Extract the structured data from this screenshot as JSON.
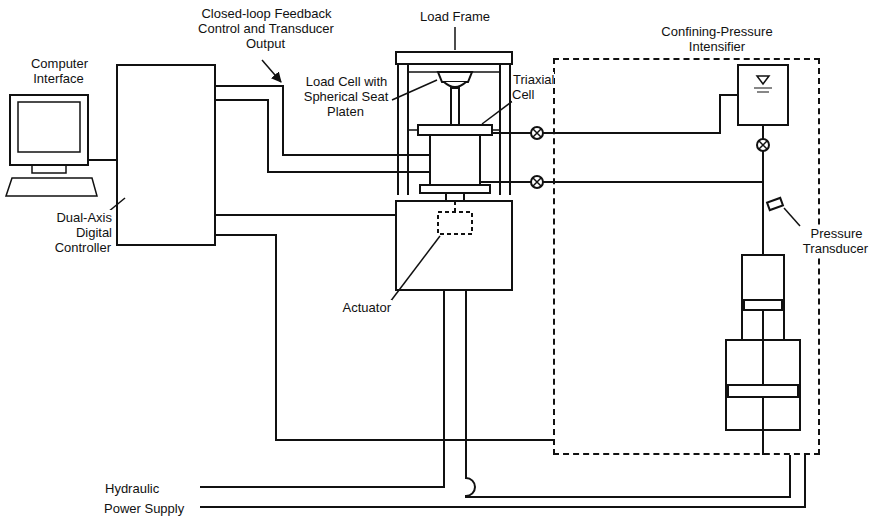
{
  "diagram": {
    "nodes": [
      {
        "text": [
          "Confining-Pressure Intensifier"
        ]
      }
    ],
    "labels": [
      "Computer Interface",
      "Closed-loop Feedback Control and Transducer Output",
      "Load Frame",
      "Load Cell with Spherical Seat Platen",
      "Triaxial Cell",
      "Pressure Transducer",
      "Dual-Axis Digital Controller",
      "Actuator",
      "Hydraulic Power Supply"
    ]
  }
}
